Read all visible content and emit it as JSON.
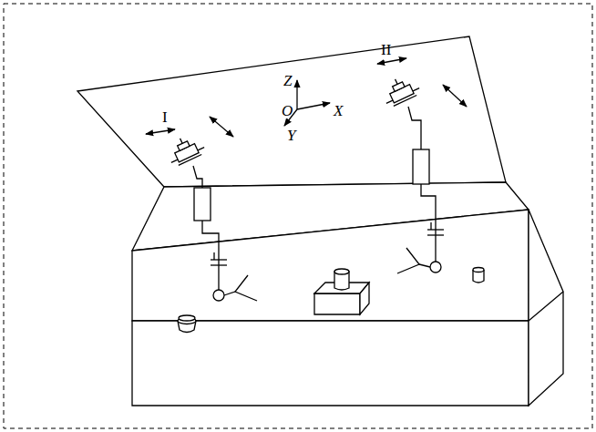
{
  "diagram": {
    "labels": [
      "I",
      "II",
      "Z",
      "O",
      "X",
      "Y"
    ]
  }
}
